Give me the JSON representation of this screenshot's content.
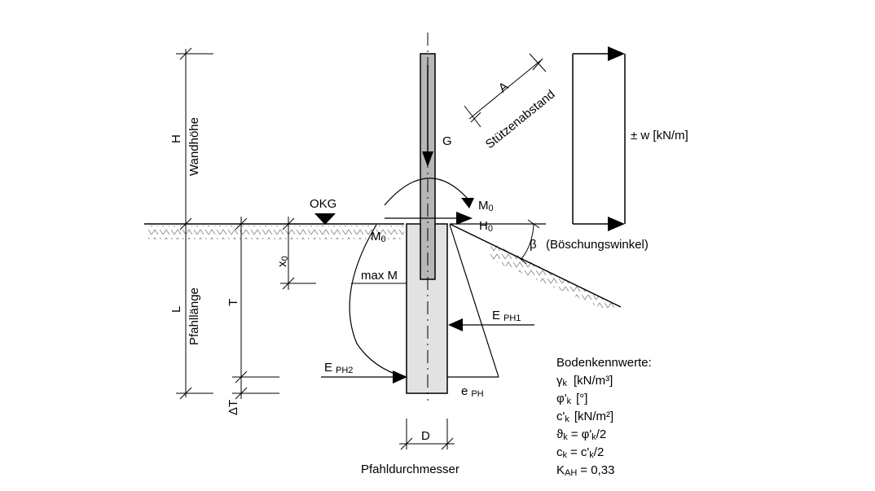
{
  "labels": {
    "height_symbol": "H",
    "wall_height": "Wandhöhe",
    "length_symbol": "L",
    "pile_length": "Pfahllänge",
    "embed_symbol": "T",
    "delta_T": "ΔT",
    "x0": "x",
    "x0_sub": "0",
    "okg": "OKG",
    "m0_left": "M",
    "m0_left_sub": "0",
    "max_m": "max M",
    "g": "G",
    "m0_right": "M",
    "m0_right_sub": "0",
    "h0": "H",
    "h0_sub": "0",
    "spacing_symbol": "A",
    "column_spacing": "Stützenabstand",
    "wind_load": "± w [kN/m]",
    "beta": "β",
    "slope_angle": "(Böschungswinkel)",
    "eph1": "E",
    "eph1_sub": "PH1",
    "eph2": "E",
    "eph2_sub": "PH2",
    "eph": "e",
    "eph_sub": "PH",
    "d": "D",
    "pile_diameter": "Pfahldurchmesser"
  },
  "soil_params": {
    "title": "Bodenkennwerte:",
    "l1_sym": "γ",
    "l1_sub": "k",
    "l1_rest": "[kN/m³]",
    "l2_sym": "φ'",
    "l2_sub": "k",
    "l2_rest": "[°]",
    "l3_sym": "c'",
    "l3_sub": "k",
    "l3_rest": "[kN/m²]",
    "l4_sym": "ϑ",
    "l4_sub": "k",
    "l4_eq": "= φ'",
    "l4_sub2": "k",
    "l4_rest": "/2",
    "l5_sym": "c",
    "l5_sub": "k",
    "l5_eq": "= c'",
    "l5_sub2": "k",
    "l5_rest": "/2",
    "l6_sym": "K",
    "l6_sub": "AH",
    "l6_rest": "= 0,33"
  },
  "colors": {
    "line": "#000000",
    "column_fill": "#b7b7b7",
    "pile_fill": "#e2e2e2",
    "hatch": "#8a8a8a"
  }
}
